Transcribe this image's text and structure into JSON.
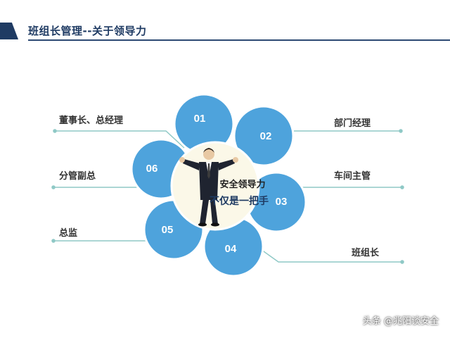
{
  "header": {
    "title": "班组长管理--关于领导力"
  },
  "petals": [
    "01",
    "02",
    "03",
    "04",
    "05",
    "06"
  ],
  "center": {
    "line1": "安全领导力",
    "line2": "不仅是一把手"
  },
  "roles": {
    "left": [
      "董事长、总经理",
      "分管副总",
      "总监"
    ],
    "right": [
      "部门经理",
      "车间主管",
      "班组长"
    ]
  },
  "watermark": "头条 @兆阳谈安全",
  "colors": {
    "petal": "#4ea3dc",
    "petal_stroke": "#ffffff",
    "center_fill": "#fbf8e8",
    "line": "#8fc9c6",
    "title": "#1f3b63"
  },
  "icons": {
    "figure": "businessman-figure-icon"
  }
}
